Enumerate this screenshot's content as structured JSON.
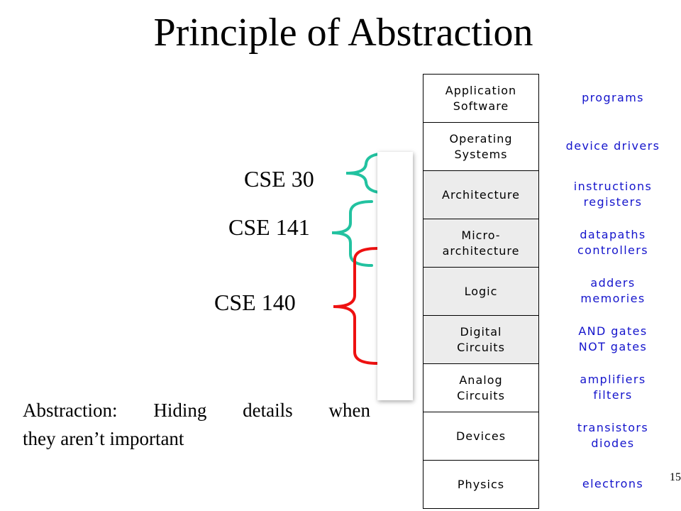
{
  "title": "Principle of Abstraction",
  "courses": [
    "CSE 30",
    "CSE 141",
    "CSE 140"
  ],
  "layers": [
    {
      "name": "Application\nSoftware",
      "desc": "programs",
      "shaded": false
    },
    {
      "name": "Operating\nSystems",
      "desc": "device drivers",
      "shaded": false
    },
    {
      "name": "Architecture",
      "desc": "instructions\nregisters",
      "shaded": true
    },
    {
      "name": "Micro-\narchitecture",
      "desc": "datapaths\ncontrollers",
      "shaded": true
    },
    {
      "name": "Logic",
      "desc": "adders\nmemories",
      "shaded": true
    },
    {
      "name": "Digital\nCircuits",
      "desc": "AND gates\nNOT gates",
      "shaded": true
    },
    {
      "name": "Analog\nCircuits",
      "desc": "amplifiers\nfilters",
      "shaded": false
    },
    {
      "name": "Devices",
      "desc": "transistors\ndiodes",
      "shaded": false
    },
    {
      "name": "Physics",
      "desc": "electrons",
      "shaded": false
    }
  ],
  "caption": {
    "line1": "Abstraction: Hiding details when",
    "line2": "they aren’t important"
  },
  "page_number": "15",
  "colors": {
    "desc_text": "#1414cc",
    "bracket_cse30": "#22c2a0",
    "bracket_cse141": "#22c2a0",
    "bracket_cse140": "#ee1111",
    "shaded_layer": "#ececec"
  }
}
